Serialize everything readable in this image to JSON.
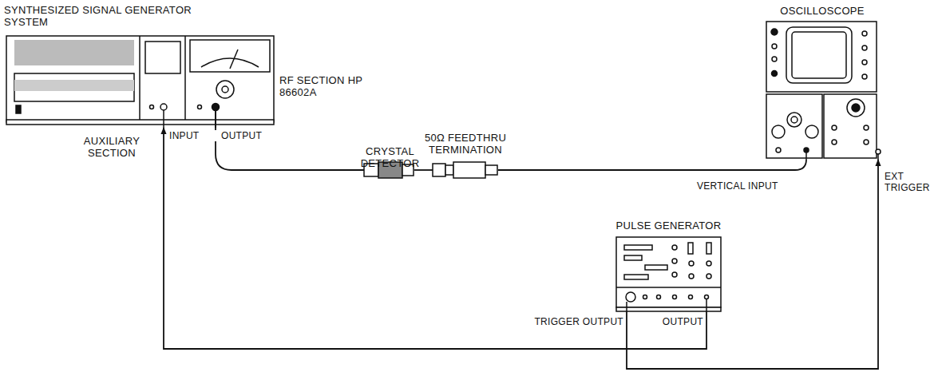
{
  "diagram": {
    "nodes": [
      {
        "text": [
          "SYNTHESIZED SIGNAL GENERATOR SYSTEM",
          "RF SECTION HP 86602A",
          "AUXILIARY SECTION"
        ]
      },
      {
        "text": [
          "CRYSTAL DETECTOR"
        ]
      },
      {
        "text": [
          "50Ω FEEDTHRU TERMINATION"
        ]
      },
      {
        "text": [
          "OSCILLOSCOPE"
        ]
      },
      {
        "text": [
          "PULSE GENERATOR"
        ]
      }
    ],
    "edges": [
      {
        "from": 0,
        "to": 1,
        "arrow": "none"
      },
      {
        "from": 1,
        "to": 2,
        "arrow": "none"
      },
      {
        "from": 2,
        "to": 3,
        "arrow": "none"
      },
      {
        "from": 4,
        "to": 0,
        "arrow": "to"
      },
      {
        "from": 4,
        "to": 3,
        "arrow": "to"
      }
    ],
    "labels": [
      "INPUT",
      "OUTPUT",
      "VERTICAL INPUT",
      "EXT TRIGGER",
      "TRIGGER OUTPUT",
      "OUTPUT"
    ]
  }
}
